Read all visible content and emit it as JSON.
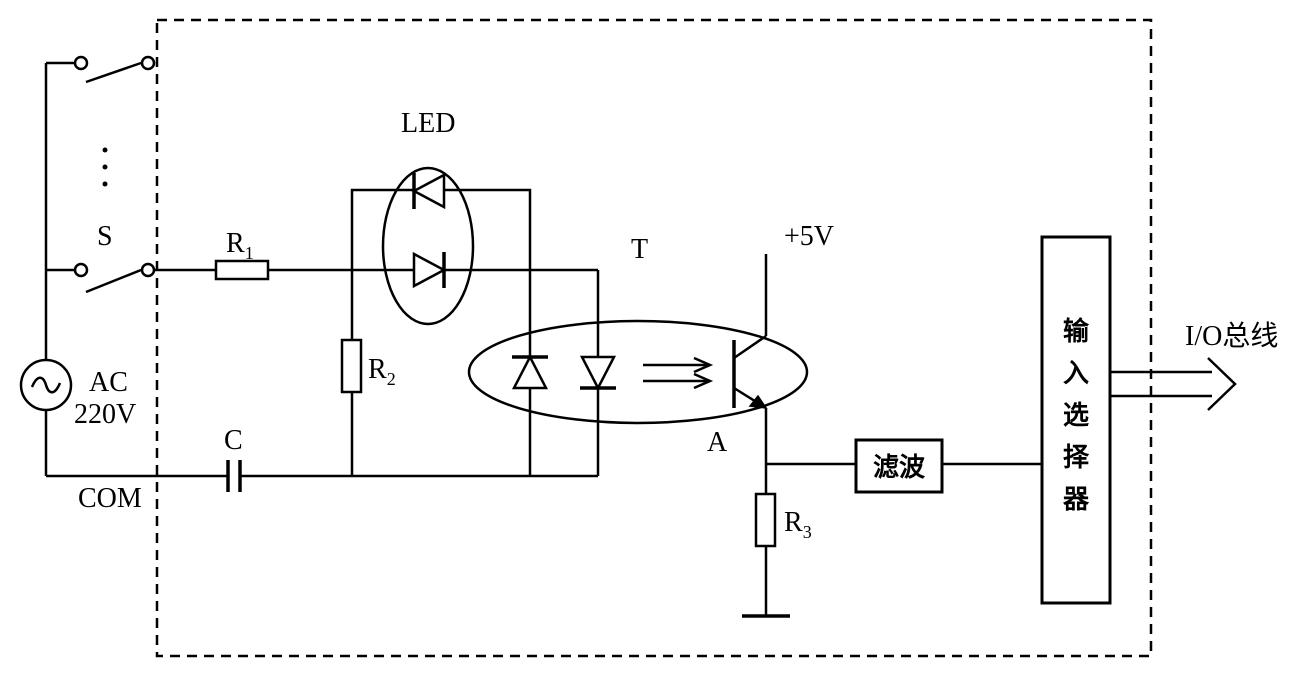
{
  "labels": {
    "switch": "S",
    "dots": "·",
    "r1": "R",
    "r1_sub": "1",
    "r2": "R",
    "r2_sub": "2",
    "r3": "R",
    "r3_sub": "3",
    "led": "LED",
    "optocoupler": "T",
    "supply": "+5V",
    "node_a": "A",
    "source_type": "AC",
    "source_voltage": "220V",
    "capacitor": "C",
    "common": "COM",
    "filter": "滤波",
    "selector": [
      "输",
      "入",
      "选",
      "择",
      "器"
    ],
    "bus": "I/O总线"
  },
  "icons": {
    "ac_source": "sine-wave-icon",
    "ground": "ground-icon",
    "bus_arrow": "hollow-arrow-icon"
  }
}
